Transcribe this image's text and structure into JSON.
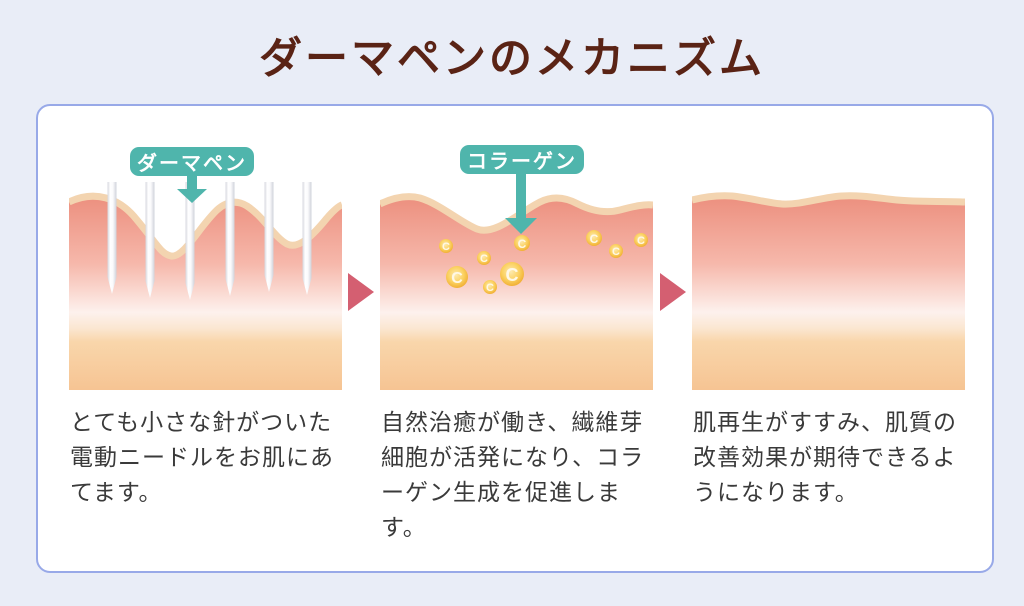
{
  "page": {
    "title": "ダーマペンのメカニズム",
    "background_color": "#e9edf7",
    "title_color": "#5a2315",
    "card_border_color": "#98a9e8"
  },
  "colors": {
    "badge_teal": "#4fb5ac",
    "step_arrow_rose": "#d45f71",
    "skin_dermis_top": "#ec8f7e",
    "skin_fade_light": "#fdf1ed",
    "skin_subcutis": "#f6c493",
    "epidermis_beige": "#f3d4b0",
    "collagen_gold": "#efa92c",
    "caption_text": "#3a3a3a"
  },
  "steps": [
    {
      "badge": "ダーマペン",
      "caption": "とても小さな針がついた\n電動ニードルをお肌にあ\nてます。"
    },
    {
      "badge": "コラーゲン",
      "coin_letter": "C",
      "caption": "自然治癒が働き、繊維芽\n細胞が活発になり、コラ\nーゲン生成を促進しま\nす。"
    },
    {
      "caption": "肌再生がすすみ、肌質の\n改善効果が期待できるよ\nうになります。"
    }
  ]
}
